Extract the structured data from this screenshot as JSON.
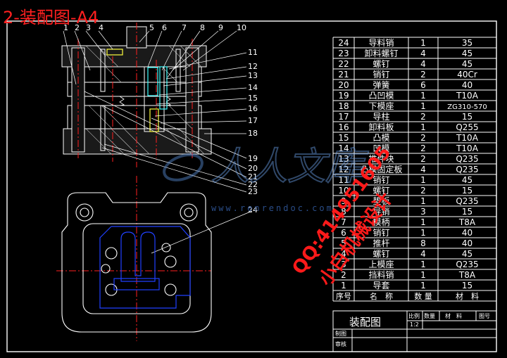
{
  "title": "2-装配图-A4",
  "balloon_numbers_top": [
    "1",
    "2",
    "3",
    "4",
    "5",
    "6",
    "7",
    "8",
    "9",
    "10"
  ],
  "balloon_numbers_right": [
    "11",
    "12",
    "13",
    "14",
    "15",
    "16",
    "17",
    "18",
    "19",
    "20",
    "21",
    "22",
    "23",
    "24"
  ],
  "bom": [
    {
      "no": "24",
      "name": "导料销",
      "qty": "1",
      "mat": "35"
    },
    {
      "no": "23",
      "name": "卸料螺钉",
      "qty": "4",
      "mat": "45"
    },
    {
      "no": "22",
      "name": "螺钉",
      "qty": "4",
      "mat": "45"
    },
    {
      "no": "21",
      "name": "销钉",
      "qty": "2",
      "mat": "40Cr"
    },
    {
      "no": "20",
      "name": "弹簧",
      "qty": "6",
      "mat": "40"
    },
    {
      "no": "19",
      "name": "凸凹模",
      "qty": "1",
      "mat": "T10A"
    },
    {
      "no": "18",
      "name": "下模座",
      "qty": "1",
      "mat": "ZG310-570"
    },
    {
      "no": "17",
      "name": "导柱",
      "qty": "2",
      "mat": "15"
    },
    {
      "no": "16",
      "name": "卸料板",
      "qty": "1",
      "mat": "Q255"
    },
    {
      "no": "15",
      "name": "凸模",
      "qty": "2",
      "mat": "T10A"
    },
    {
      "no": "14",
      "name": "凹模",
      "qty": "2",
      "mat": "T10A"
    },
    {
      "no": "13",
      "name": "推件块",
      "qty": "2",
      "mat": "Q235"
    },
    {
      "no": "12",
      "name": "凸模固定板",
      "qty": "4",
      "mat": "Q235"
    },
    {
      "no": "11",
      "name": "销钉",
      "qty": "1",
      "mat": "45"
    },
    {
      "no": "10",
      "name": "螺钉",
      "qty": "2",
      "mat": "15"
    },
    {
      "no": "9",
      "name": "垫板",
      "qty": "1",
      "mat": "Q235"
    },
    {
      "no": "8",
      "name": "导销",
      "qty": "3",
      "mat": "15"
    },
    {
      "no": "7",
      "name": "模柄",
      "qty": "1",
      "mat": "T8A"
    },
    {
      "no": "6",
      "name": "销钉",
      "qty": "1",
      "mat": "40"
    },
    {
      "no": "5",
      "name": "推杆",
      "qty": "8",
      "mat": "40"
    },
    {
      "no": "4",
      "name": "螺钉",
      "qty": "4",
      "mat": "45"
    },
    {
      "no": "3",
      "name": "上模座",
      "qty": "1",
      "mat": "Q235"
    },
    {
      "no": "2",
      "name": "挡料销",
      "qty": "1",
      "mat": "T8A"
    },
    {
      "no": "1",
      "name": "导套",
      "qty": "1",
      "mat": "15"
    }
  ],
  "bom_header": {
    "no": "序号",
    "name": "名　称",
    "qty": "数 量",
    "mat": "材　料"
  },
  "title_block": {
    "drawing_name": "装配图",
    "scale_label": "比例",
    "qty_label": "数量",
    "material_label": "材　料",
    "drawing_no_label": "图号",
    "scale_value": "1:2",
    "drawn_by": "制图",
    "checked_by": "审核"
  },
  "watermark": {
    "logo_text": "人人文库",
    "url": "www.renrendoc.com",
    "qq": "QQ:414951605",
    "tag": "小白机械设计"
  },
  "colors": {
    "background": "#000000",
    "line": "#ffffff",
    "red": "#ff2020",
    "blue": "#2040ff",
    "yellow": "#ffff40",
    "cyan": "#40ffff"
  }
}
